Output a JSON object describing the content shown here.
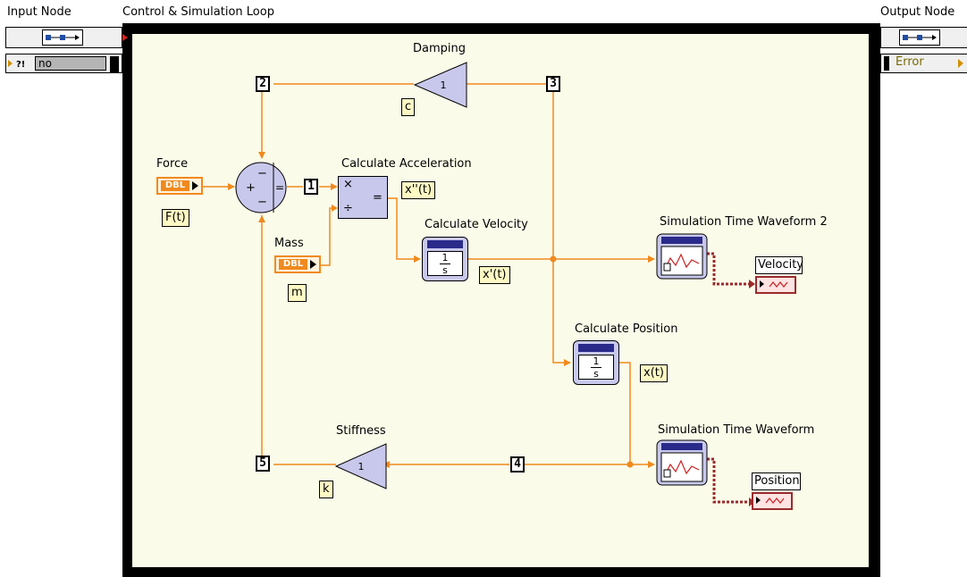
{
  "input_node": {
    "label": "Input Node",
    "value": "no"
  },
  "output_node": {
    "label": "Output Node",
    "value": "Error"
  },
  "loop": {
    "label": "Control & Simulation Loop"
  },
  "blocks": {
    "damping": {
      "label": "Damping",
      "gain": "1",
      "param": "c"
    },
    "stiffness": {
      "label": "Stiffness",
      "gain": "1",
      "param": "k"
    },
    "force": {
      "label": "Force",
      "type": "DBL",
      "var": "F(t)"
    },
    "mass": {
      "label": "Mass",
      "type": "DBL",
      "var": "m"
    },
    "summer": {
      "plus": "+",
      "minus_top": "−",
      "minus_bottom": "−",
      "equals": "="
    },
    "accel": {
      "label": "Calculate Acceleration",
      "times": "×",
      "divide": "÷",
      "equals": "=",
      "var": "x''(t)"
    },
    "velocity": {
      "label": "Calculate Velocity",
      "numerator": "1",
      "denominator": "s",
      "var": "x'(t)"
    },
    "position": {
      "label": "Calculate Position",
      "numerator": "1",
      "denominator": "s",
      "var": "x(t)"
    },
    "wave2": {
      "label": "Simulation Time Waveform 2",
      "indicator": "Velocity"
    },
    "wave1": {
      "label": "Simulation Time Waveform",
      "indicator": "Position"
    }
  },
  "feedback_nodes": [
    "2",
    "3",
    "1",
    "4",
    "5"
  ],
  "colors": {
    "wire_orange": "#f08a1e",
    "wire_chart": "#9b2b2b",
    "loop_border": "#000000",
    "loop_bg": "#fbfbe9"
  }
}
